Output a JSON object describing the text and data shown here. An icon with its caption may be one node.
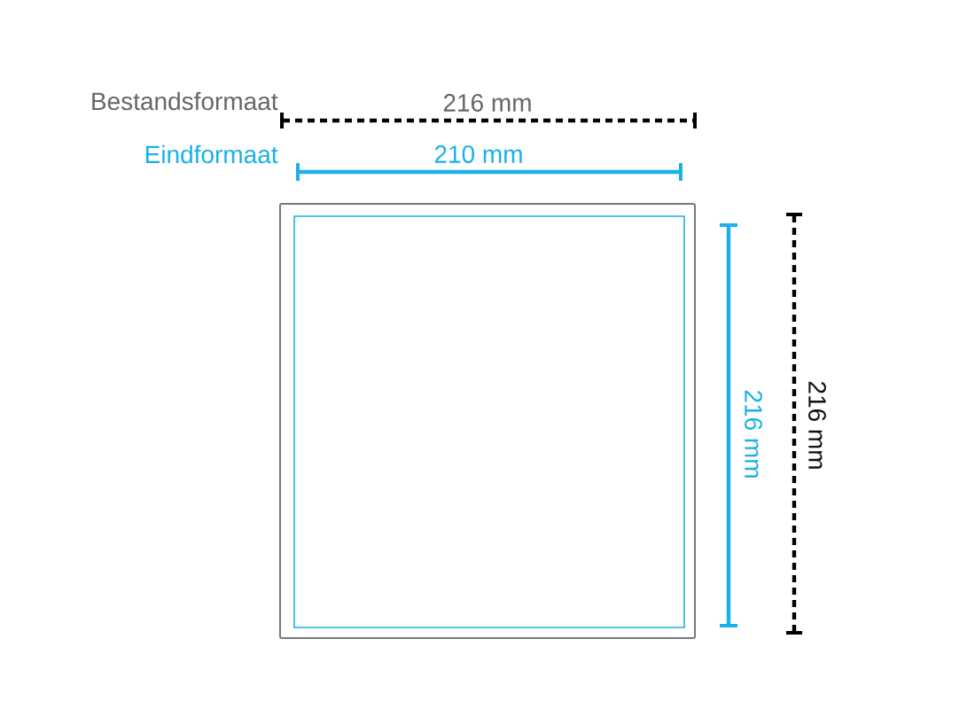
{
  "diagram": {
    "labels": [
      "Bestandsformaat",
      "216 mm",
      "Eindformaat",
      "210 mm",
      "216 mm",
      "216 mm"
    ]
  }
}
